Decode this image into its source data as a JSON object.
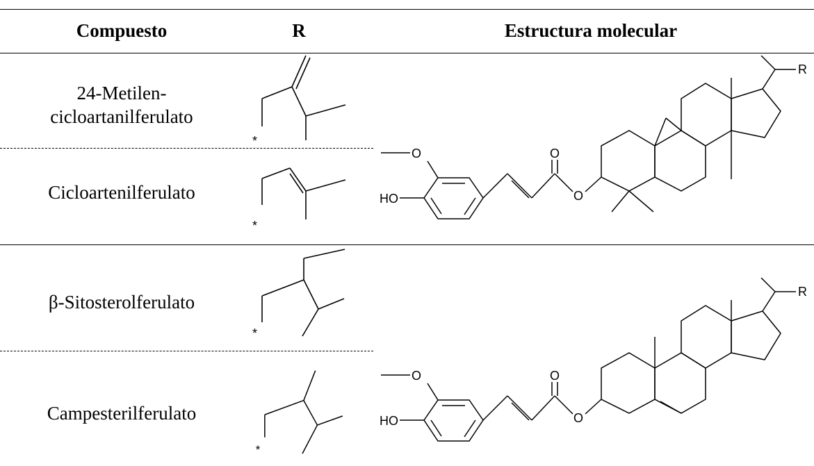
{
  "header": {
    "col_compound": "Compuesto",
    "col_r": "R",
    "col_structure": "Estructura molecular"
  },
  "rows": [
    {
      "name_line1": "24-Metilen-",
      "name_line2": "cicloartanilferulato",
      "attach_mark": "*"
    },
    {
      "name": "Cicloartenilferulato",
      "attach_mark": "*"
    },
    {
      "name": "β-Sitosterolferulato",
      "attach_mark": "*"
    },
    {
      "name": "Campesterilferulato",
      "attach_mark": "*"
    }
  ],
  "structures": [
    {
      "methoxy_label": "O",
      "carbonyl_label": "O",
      "ester_label": "O",
      "hydroxyl_label": "HO",
      "r_label": "R"
    },
    {
      "methoxy_label": "O",
      "carbonyl_label": "O",
      "ester_label": "O",
      "hydroxyl_label": "HO",
      "r_label": "R"
    }
  ]
}
